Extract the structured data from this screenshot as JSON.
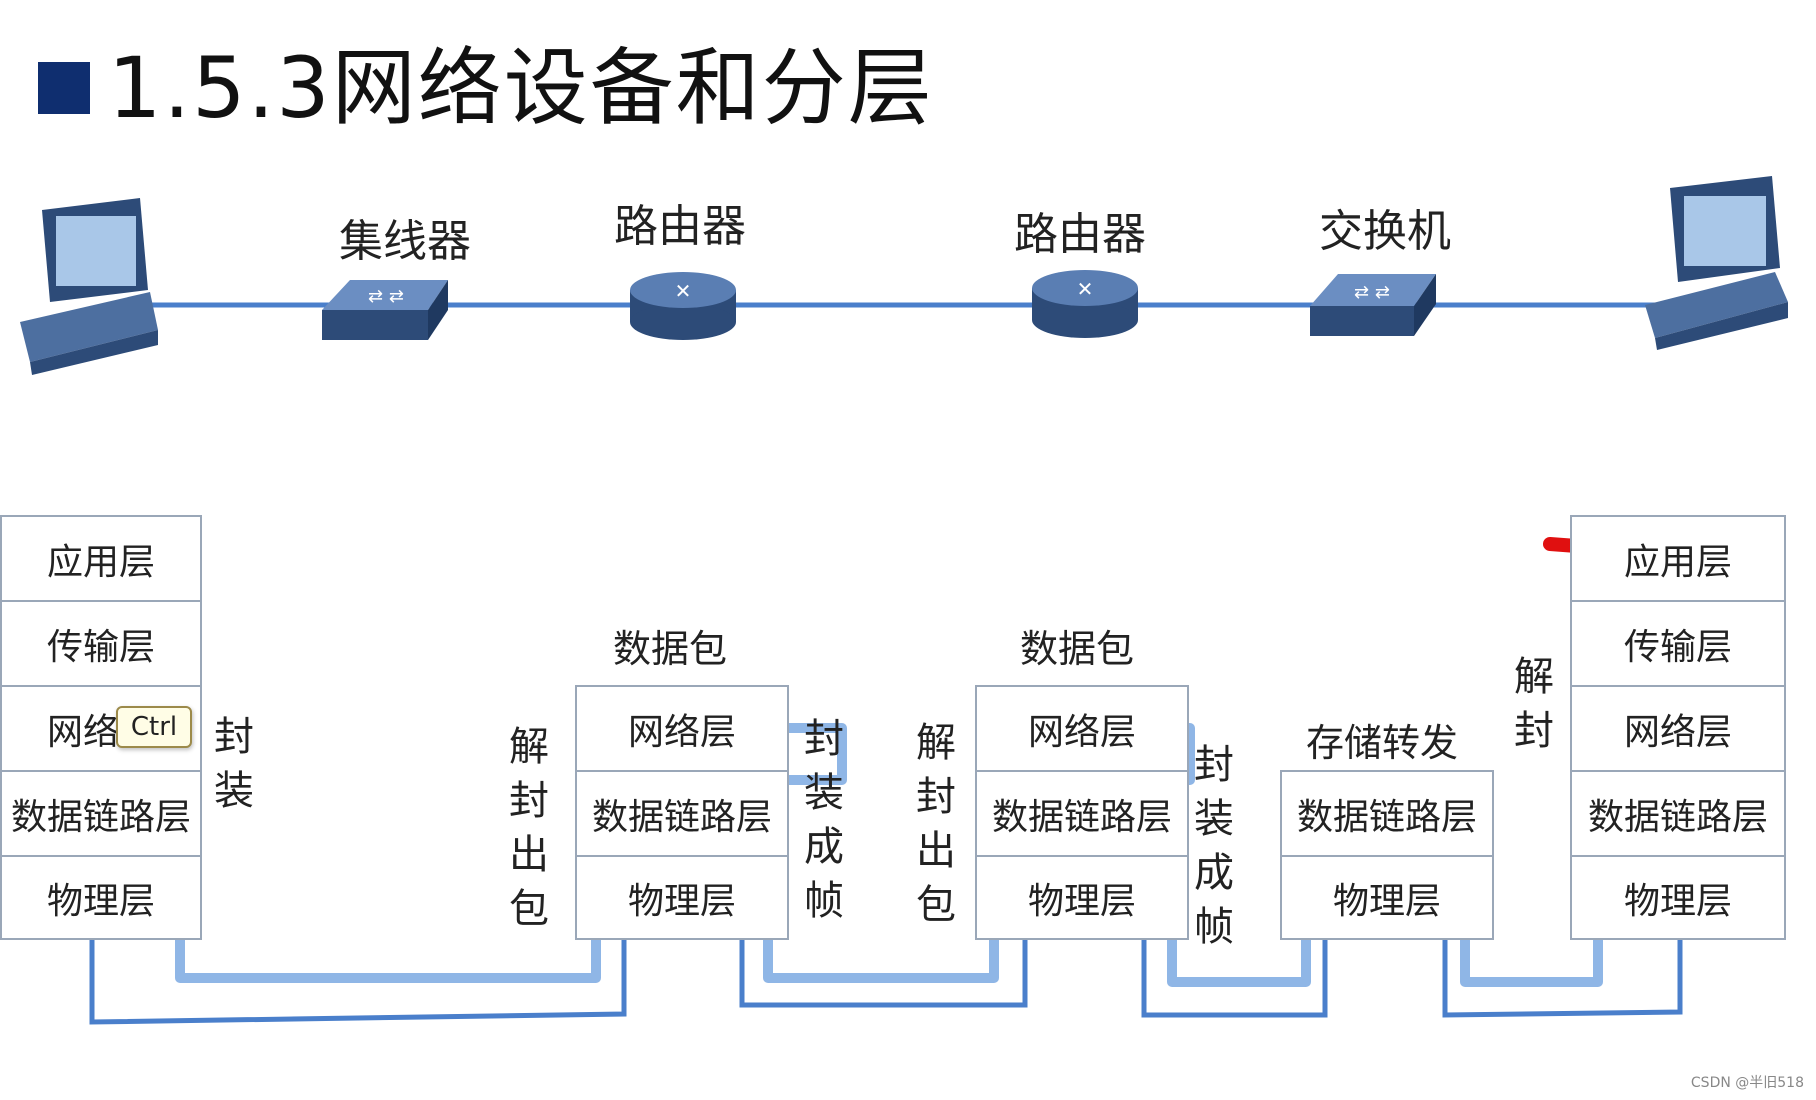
{
  "title": "1.5.3网络设备和分层",
  "devices": [
    {
      "type": "computer",
      "label": ""
    },
    {
      "type": "hub",
      "label": "集线器"
    },
    {
      "type": "router",
      "label": "路由器"
    },
    {
      "type": "router",
      "label": "路由器"
    },
    {
      "type": "switch",
      "label": "交换机"
    },
    {
      "type": "computer",
      "label": ""
    }
  ],
  "stacks": {
    "left_host": [
      "应用层",
      "传输层",
      "网络层",
      "数据链路层",
      "物理层"
    ],
    "router1": {
      "label": "数据包",
      "layers": [
        "网络层",
        "数据链路层",
        "物理层"
      ]
    },
    "router2": {
      "label": "数据包",
      "layers": [
        "网络层",
        "数据链路层",
        "物理层"
      ]
    },
    "switch": {
      "label": "存储转发",
      "layers": [
        "数据链路层",
        "物理层"
      ]
    },
    "right_host": [
      "应用层",
      "传输层",
      "网络层",
      "数据链路层",
      "物理层"
    ]
  },
  "annotations": {
    "encap": "封装",
    "decap_out_pkt_1": "解封出包",
    "encap_frame_1": "封装成帧",
    "decap_out_pkt_2": "解封出包",
    "encap_frame_2": "封装成帧",
    "decap": "解封"
  },
  "tooltip": "Ctrl",
  "watermark": "CSDN @半旧518",
  "colors": {
    "device_dark": "#2d4b78",
    "link_line": "#4a7fcb",
    "flow_line": "#8fb6e6",
    "title_square": "#0f2e6f",
    "red_mark": "#e01010"
  },
  "icons": {
    "computer": "desktop-computer-icon",
    "hub": "hub-icon",
    "router": "router-icon",
    "switch": "switch-icon"
  }
}
